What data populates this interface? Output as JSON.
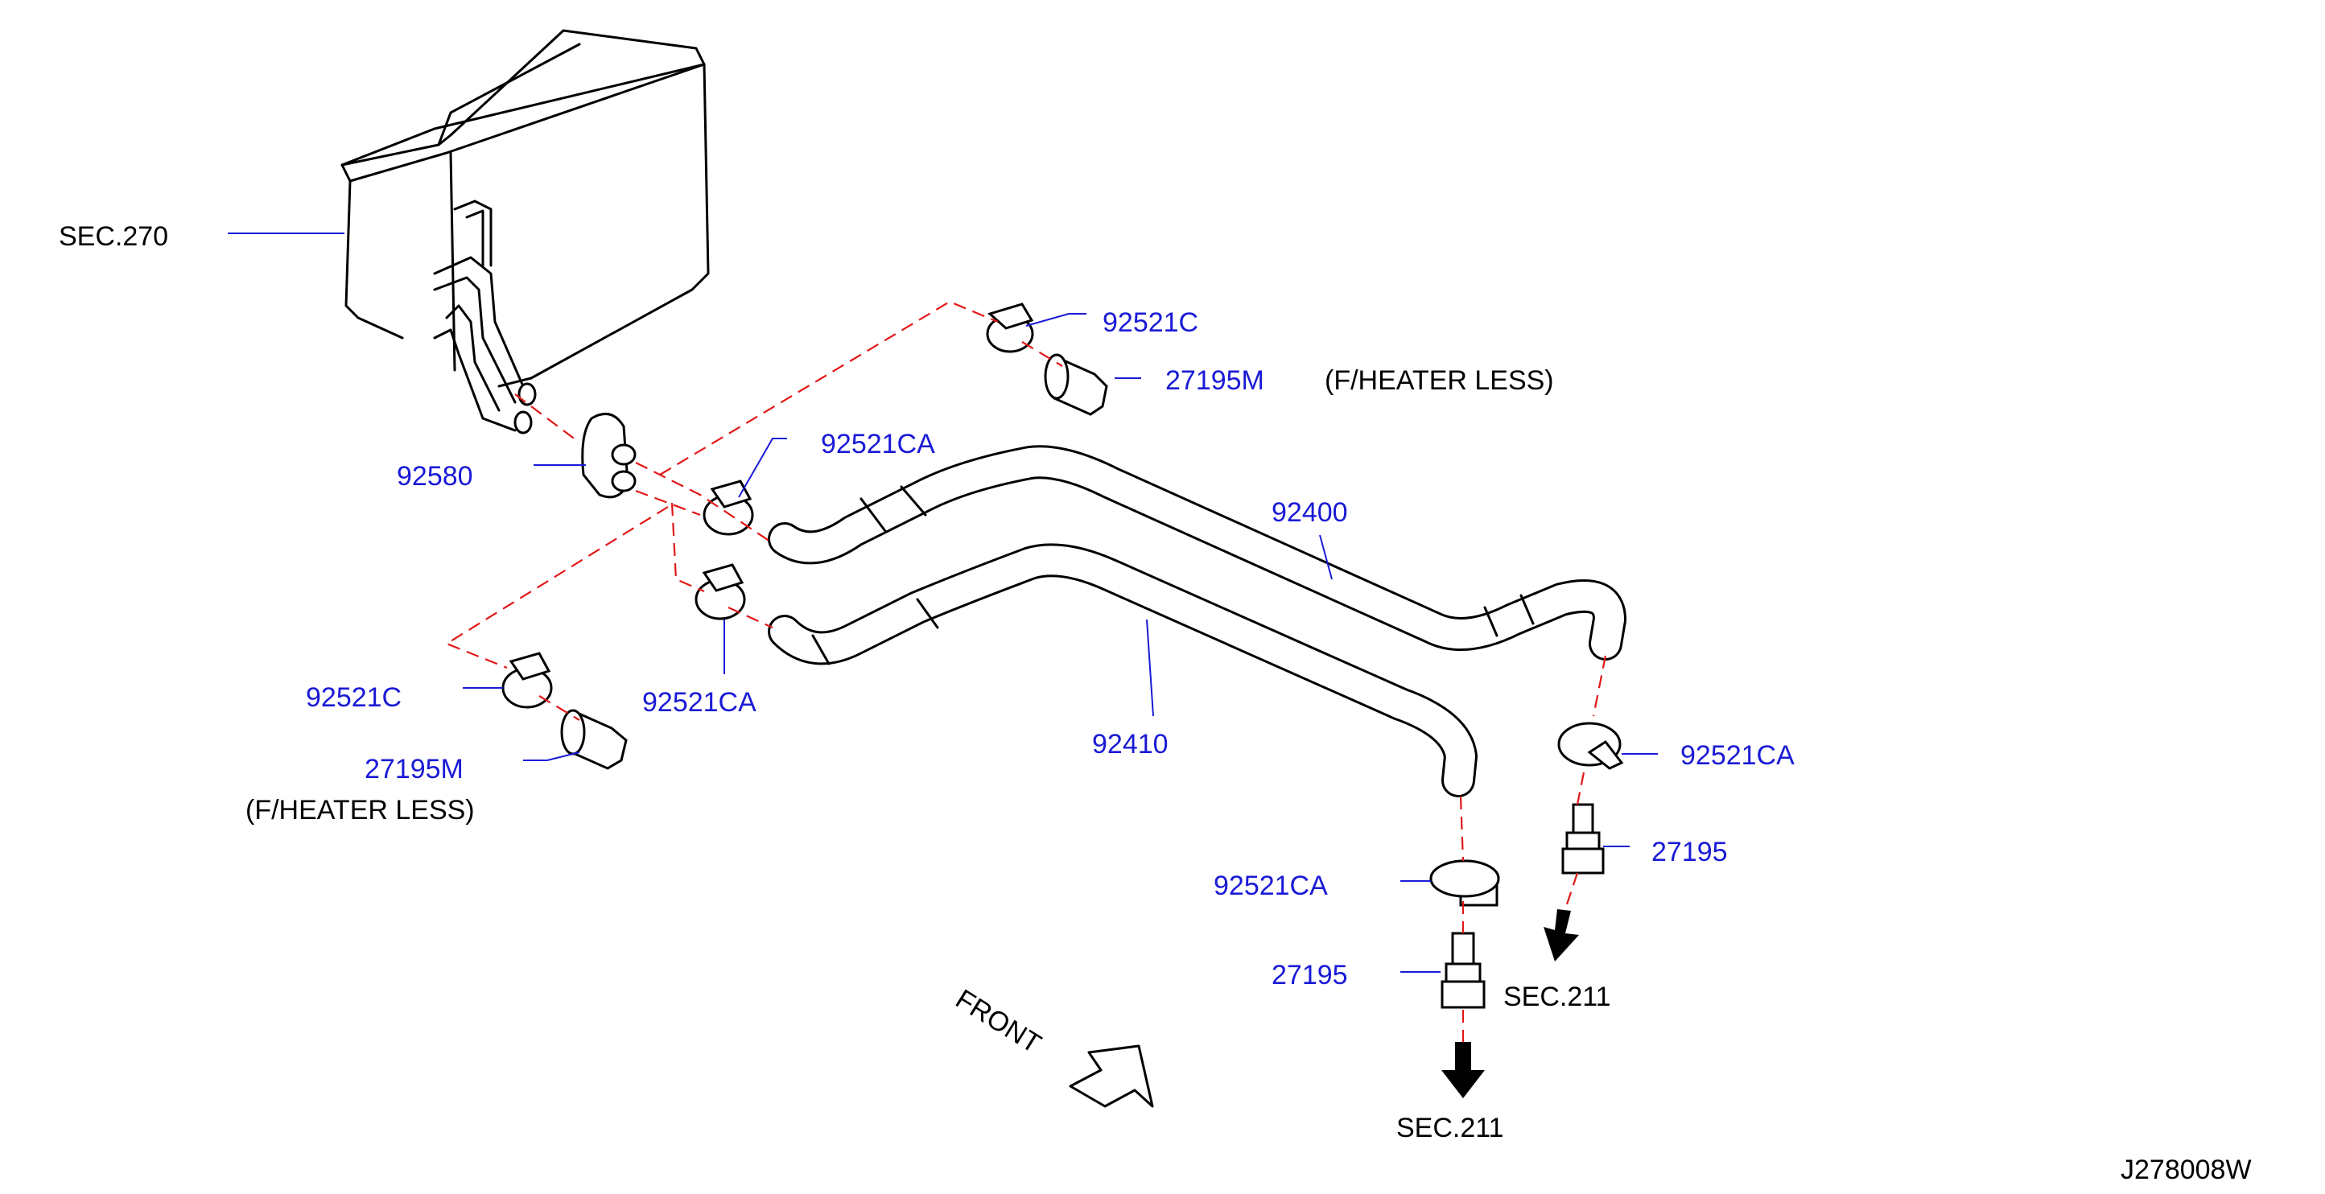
{
  "labels": {
    "sec270": "SEC.270",
    "p92580": "92580",
    "p92521c_top": "92521C",
    "p27195m_top": "27195M",
    "heater_less_top": "(F/HEATER   LESS)",
    "p92521ca_a": "92521CA",
    "p92400": "92400",
    "p92410": "92410",
    "p92521ca_b": "92521CA",
    "p92521c_left": "92521C",
    "p27195m_left": "27195M",
    "heater_less_left": "(F/HEATER   LESS)",
    "p92521ca_right": "92521CA",
    "p27195_right": "27195",
    "p92521ca_low": "92521CA",
    "p27195_low": "27195",
    "sec211_right": "SEC.211",
    "sec211_low": "SEC.211",
    "front": "FRONT",
    "diagram_code": "J278008W"
  },
  "colors": {
    "part_number_text": "#1a1ad6",
    "reference_text": "#000000",
    "leader_line": "#1a1ad6",
    "dashed_guide": "#e21818",
    "outline": "#000000"
  }
}
